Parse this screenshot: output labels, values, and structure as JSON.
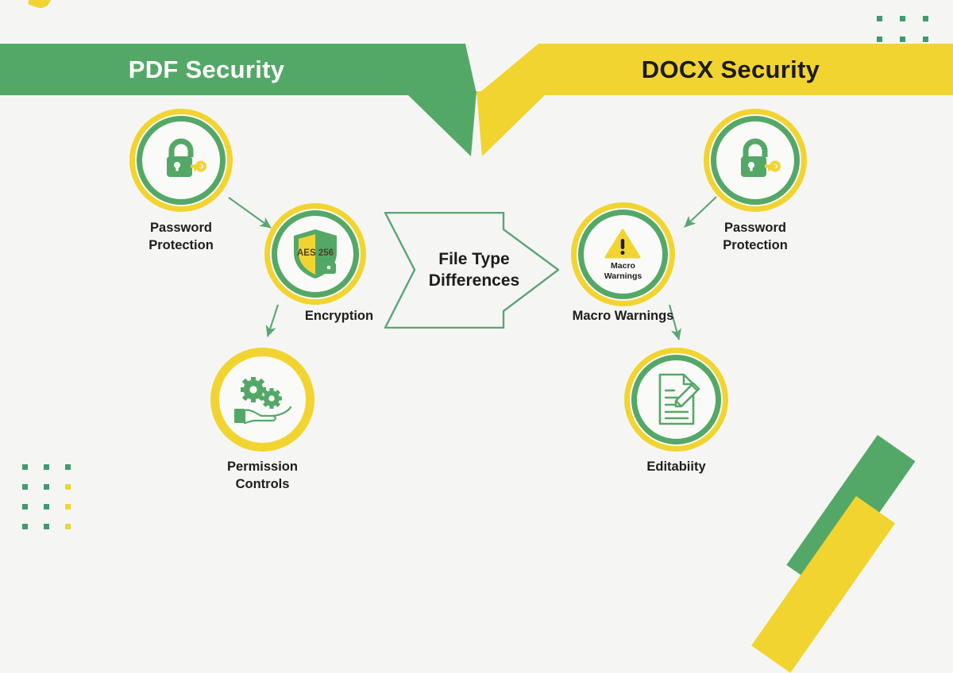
{
  "theme": {
    "green": "#54a867",
    "yellow": "#f2d431",
    "background": "#f5f6f4",
    "text_dark": "#1d1d1d",
    "text_light": "#ffffff",
    "connector_green": "#5ba572"
  },
  "banners": {
    "left": {
      "title": "PDF Security"
    },
    "right": {
      "title": "DOCX Security"
    }
  },
  "center": {
    "label": "File Type\nDifferences"
  },
  "left_column": {
    "nodes": [
      {
        "id": "pdf-password-protection",
        "label": "Password\nProtection",
        "icon": "padlock-with-key-icon"
      },
      {
        "id": "pdf-encryption",
        "label": "Encryption",
        "icon": "shield-lock-icon",
        "badge": "AES 256"
      },
      {
        "id": "pdf-permission-controls",
        "label": "Permission\nControls",
        "icon": "hand-holding-gears-icon"
      }
    ]
  },
  "right_column": {
    "nodes": [
      {
        "id": "docx-password-protection",
        "label": "Password\nProtection",
        "icon": "padlock-with-key-icon"
      },
      {
        "id": "docx-macro-warnings",
        "label": "Macro Warnings",
        "inner_caption": "Macro\nWarnings",
        "icon": "warning-triangle-icon"
      },
      {
        "id": "docx-editability",
        "label": "Editabiity",
        "icon": "document-pencil-icon"
      }
    ]
  }
}
